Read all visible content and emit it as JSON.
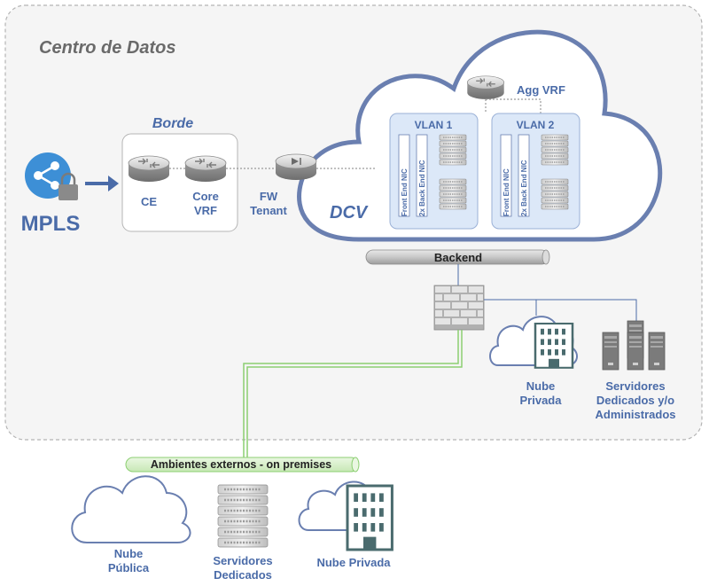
{
  "datacenter_title": "Centro de Datos",
  "mpls_label": "MPLS",
  "borde": {
    "title": "Borde",
    "ce_label": "CE",
    "core_line1": "Core",
    "core_line2": "VRF"
  },
  "fw": {
    "line1": "FW",
    "line2": "Tenant"
  },
  "dcv_label": "DCV",
  "agg_vrf_label": "Agg VRF",
  "vlan1": {
    "title": "VLAN 1",
    "nic_front": "Front End NIC",
    "nic_back": "2x Back End NIC"
  },
  "vlan2": {
    "title": "VLAN 2",
    "nic_front": "Front End NIC",
    "nic_back": "2x Back End NIC"
  },
  "backend_label": "Backend",
  "private_cloud_dc": {
    "line1": "Nube",
    "line2": "Privada"
  },
  "dedicated_servers_dc": {
    "line1": "Servidores",
    "line2": "Dedicados y/o",
    "line3": "Administrados"
  },
  "external_bus_label": "Ambientes externos - on premises",
  "public_cloud": {
    "line1": "Nube",
    "line2": "Pública"
  },
  "dedicated_servers_ext": {
    "line1": "Servidores",
    "line2": "Dedicados"
  },
  "private_cloud_ext_label": "Nube Privada",
  "colors": {
    "blue_text": "#4a6ba8",
    "cloud_stroke": "#6a7fb0",
    "mpls_circle": "#3d8fd6",
    "green_line": "#8ccf72",
    "frame_border": "#b5b5b5",
    "vlan_fill": "#dce8f8"
  }
}
